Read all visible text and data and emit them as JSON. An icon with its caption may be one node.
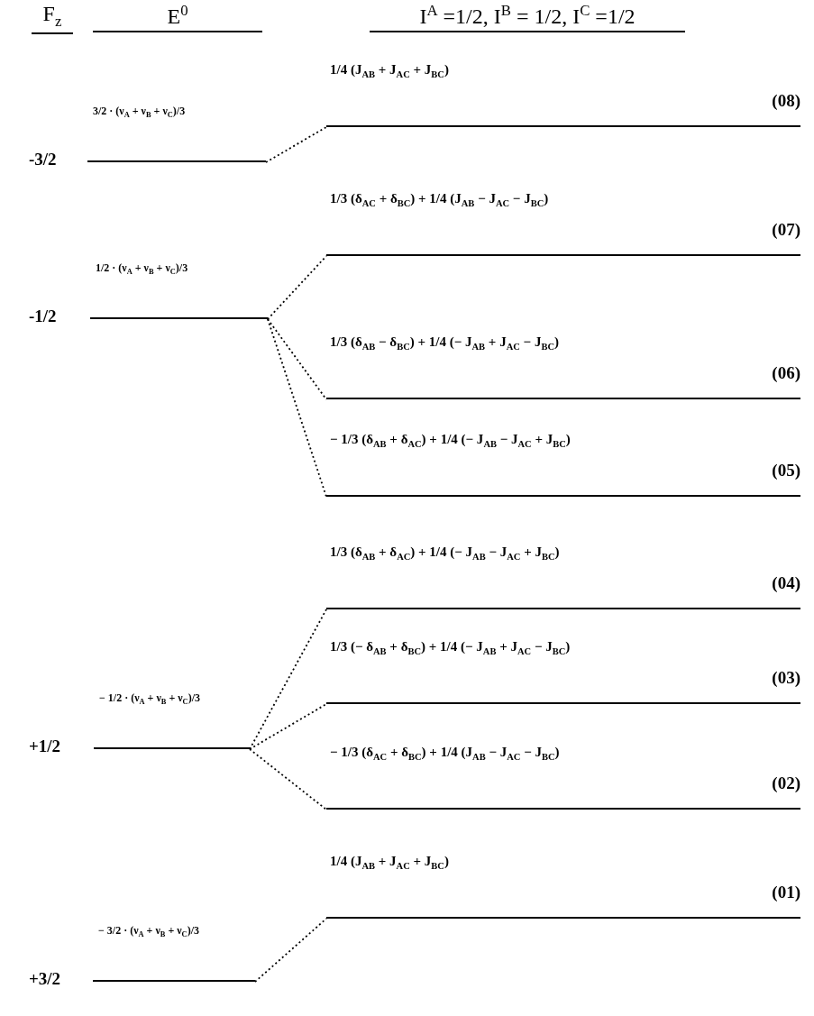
{
  "diagram": {
    "nodes": [
      {
        "text": [
          "3/2 · (ν$_{A}$ + ν$_{B}$ + ν$_{C}$)/3"
        ],
        "beside": [
          "-3/2"
        ]
      },
      {
        "text": [
          "1/2 · (ν$_{A}$ + ν$_{B}$ + ν$_{C}$)/3"
        ],
        "beside": [
          "-1/2"
        ]
      },
      {
        "text": [
          "− 1/2 · (ν$_{A}$ + ν$_{B}$ + ν$_{C}$)/3"
        ],
        "beside": [
          "+1/2"
        ]
      },
      {
        "text": [
          "− 3/2 · (ν$_{A}$ + ν$_{B}$ + ν$_{C}$)/3"
        ],
        "beside": [
          "+3/2"
        ]
      },
      {
        "text": [
          "1/4 (J$_{AB}$ + J$_{AC}$ + J$_{BC}$)",
          "(08)"
        ]
      },
      {
        "text": [
          "1/3 (δ$_{AC}$ + δ$_{BC}$) + 1/4 (J$_{AB}$ − J$_{AC}$ − J$_{BC}$)",
          "(07)"
        ]
      },
      {
        "text": [
          "1/3 (δ$_{AB}$ − δ$_{BC}$) + 1/4 (− J$_{AB}$ + J$_{AC}$ − J$_{BC}$)",
          "(06)"
        ]
      },
      {
        "text": [
          "− 1/3 (δ$_{AB}$ + δ$_{AC}$) + 1/4 (− J$_{AB}$ − J$_{AC}$ + J$_{BC}$)",
          "(05)"
        ]
      },
      {
        "text": [
          "1/3 (δ$_{AB}$ + δ$_{AC}$) + 1/4 (− J$_{AB}$ − J$_{AC}$ + J$_{BC}$)",
          "(04)"
        ]
      },
      {
        "text": [
          "1/3 (− δ$_{AB}$ + δ$_{BC}$) + 1/4 (− J$_{AB}$ + J$_{AC}$ − J$_{BC}$)",
          "(03)"
        ]
      },
      {
        "text": [
          "− 1/3 (δ$_{AC}$ + δ$_{BC}$) + 1/4 (J$_{AB}$ − J$_{AC}$ − J$_{BC}$)",
          "(02)"
        ]
      },
      {
        "text": [
          "1/4 (J$_{AB}$ + J$_{AC}$ + J$_{BC}$)",
          "(01)"
        ]
      }
    ],
    "edges": [
      {
        "from": 0,
        "to": 4,
        "arrow": "none",
        "style": "dashed"
      },
      {
        "from": 1,
        "to": 5,
        "arrow": "none",
        "style": "dashed"
      },
      {
        "from": 1,
        "to": 6,
        "arrow": "none",
        "style": "dashed"
      },
      {
        "from": 1,
        "to": 7,
        "arrow": "none",
        "style": "dashed"
      },
      {
        "from": 2,
        "to": 8,
        "arrow": "none",
        "style": "dashed"
      },
      {
        "from": 2,
        "to": 9,
        "arrow": "none",
        "style": "dashed"
      },
      {
        "from": 2,
        "to": 10,
        "arrow": "none",
        "style": "dashed"
      },
      {
        "from": 3,
        "to": 11,
        "arrow": "none",
        "style": "dashed"
      }
    ],
    "labels": [
      "F$_{z}$",
      "E$^{0}$",
      "I$^{A}$ =1/2, I$^{B}$ = 1/2, I$^{C}$ =1/2"
    ]
  }
}
